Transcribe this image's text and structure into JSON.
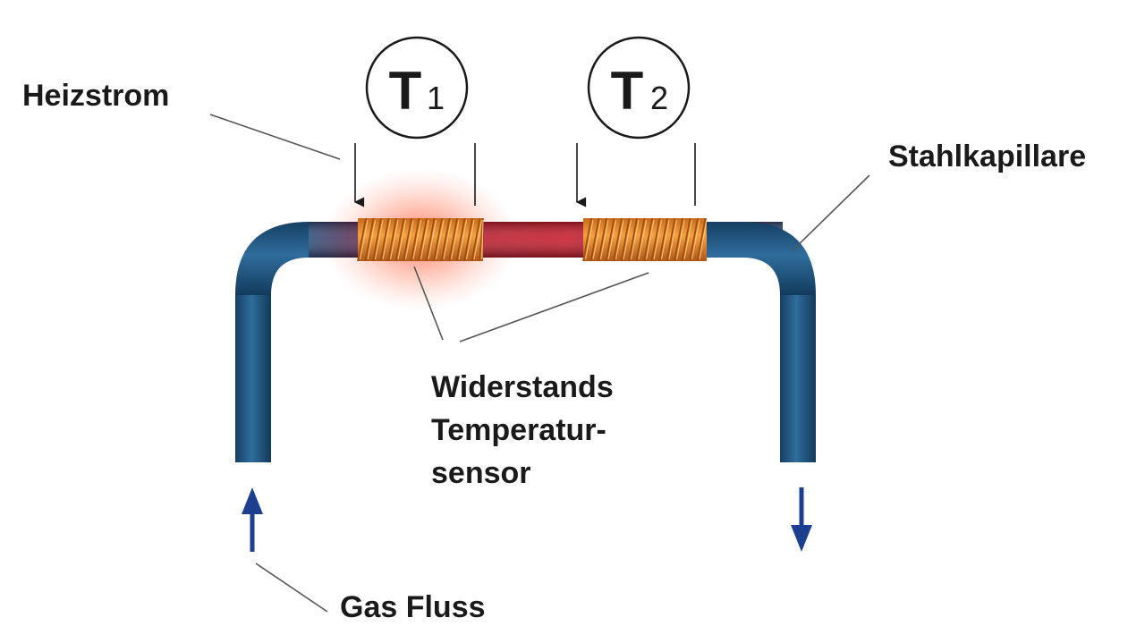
{
  "labels": {
    "heizstrom": "Heizstrom",
    "stahlkapillare": "Stahlkapillare",
    "sensor_line1": "Widerstands",
    "sensor_line2": "Temperatur-",
    "sensor_line3": "sensor",
    "gas_fluss": "Gas Fluss"
  },
  "sensors": [
    {
      "letter": "T",
      "index": "1"
    },
    {
      "letter": "T",
      "index": "2"
    }
  ],
  "colors": {
    "tube": "#2a5f8a",
    "tube_dark": "#123a5c",
    "heated": "#c0192a",
    "coil": "#f0922a",
    "coil_dark": "#b85a10",
    "glow": "#ff6a4a",
    "flow_arrow": "#1c3f8f"
  }
}
